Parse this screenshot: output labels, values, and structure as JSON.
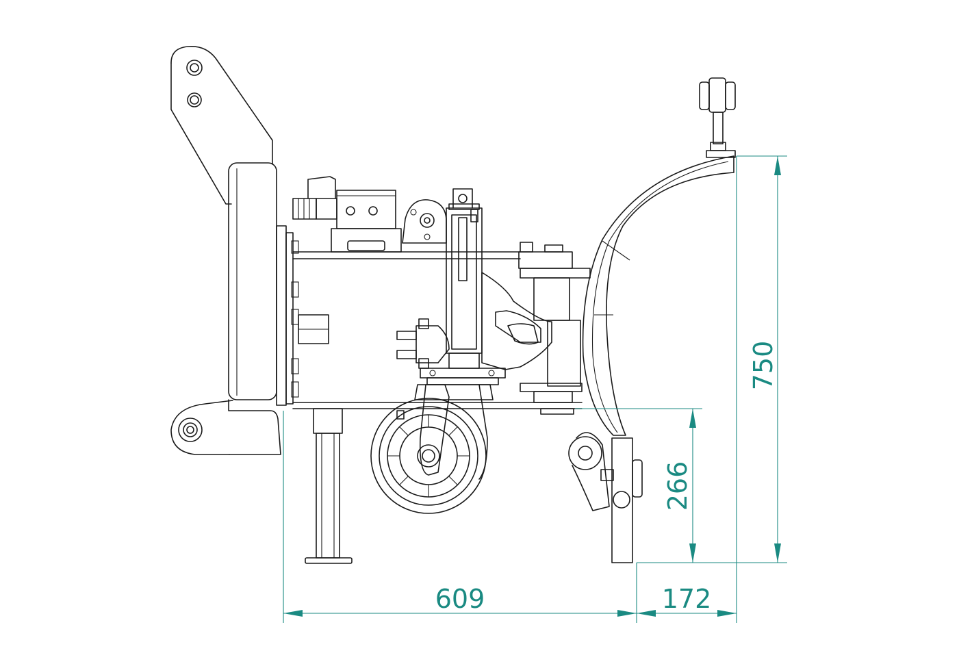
{
  "drawing": {
    "dim_color": "#1a8a82",
    "line_color": "#1a1a1a",
    "dimensions": {
      "width_main": "609",
      "width_blade": "172",
      "height_total": "750",
      "height_ground": "266"
    }
  }
}
